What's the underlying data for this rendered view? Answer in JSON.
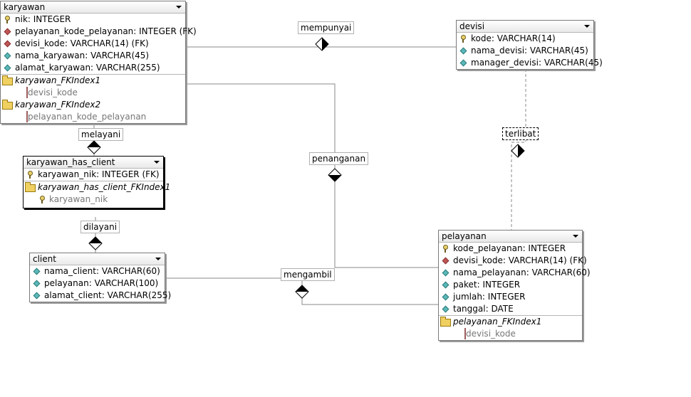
{
  "tables": {
    "karyawan": {
      "name": "karyawan",
      "columns": [
        {
          "icon": "key-icon",
          "text": "nik: INTEGER"
        },
        {
          "icon": "fk-red-diamond-icon",
          "text": "pelayanan_kode_pelayanan: INTEGER (FK)"
        },
        {
          "icon": "fk-red-diamond-icon",
          "text": "devisi_kode: VARCHAR(14) (FK)"
        },
        {
          "icon": "teal-diamond-icon",
          "text": "nama_karyawan: VARCHAR(45)"
        },
        {
          "icon": "teal-diamond-icon",
          "text": "alamat_karyawan: VARCHAR(255)"
        }
      ],
      "indexes": [
        {
          "name": "karyawan_FKIndex1",
          "field": "devisi_kode"
        },
        {
          "name": "karyawan_FKIndex2",
          "field": "pelayanan_kode_pelayanan"
        }
      ]
    },
    "devisi": {
      "name": "devisi",
      "columns": [
        {
          "icon": "key-icon",
          "text": "kode: VARCHAR(14)"
        },
        {
          "icon": "teal-diamond-icon",
          "text": "nama_devisi: VARCHAR(45)"
        },
        {
          "icon": "teal-diamond-icon",
          "text": "manager_devisi: VARCHAR(45)"
        }
      ]
    },
    "karyawan_has_client": {
      "name": "karyawan_has_client",
      "columns": [
        {
          "icon": "key-icon",
          "text": "karyawan_nik: INTEGER (FK)"
        }
      ],
      "indexes": [
        {
          "name": "karyawan_has_client_FKIndex1",
          "field": "karyawan_nik"
        }
      ]
    },
    "client": {
      "name": "client",
      "columns": [
        {
          "icon": "teal-diamond-icon",
          "text": "nama_client: VARCHAR(60)"
        },
        {
          "icon": "teal-diamond-icon",
          "text": "pelayanan: VARCHAR(100)"
        },
        {
          "icon": "teal-diamond-icon",
          "text": "alamat_client: VARCHAR(255)"
        }
      ]
    },
    "pelayanan": {
      "name": "pelayanan",
      "columns": [
        {
          "icon": "key-icon",
          "text": "kode_pelayanan: INTEGER"
        },
        {
          "icon": "fk-red-diamond-icon",
          "text": "devisi_kode: VARCHAR(14) (FK)"
        },
        {
          "icon": "teal-diamond-icon",
          "text": "nama_pelayanan: VARCHAR(60)"
        },
        {
          "icon": "teal-diamond-icon",
          "text": "paket: INTEGER"
        },
        {
          "icon": "teal-diamond-icon",
          "text": "jumlah: INTEGER"
        },
        {
          "icon": "teal-diamond-icon",
          "text": "tanggal: DATE"
        }
      ],
      "indexes": [
        {
          "name": "pelayanan_FKIndex1",
          "field": "devisi_kode"
        }
      ]
    }
  },
  "relations": {
    "mempunyai": "mempunyai",
    "melayani": "melayani",
    "penanganan": "penanganan",
    "terlibat": "terlibat",
    "dilayani": "dilayani",
    "mengambil": "mengambil"
  }
}
